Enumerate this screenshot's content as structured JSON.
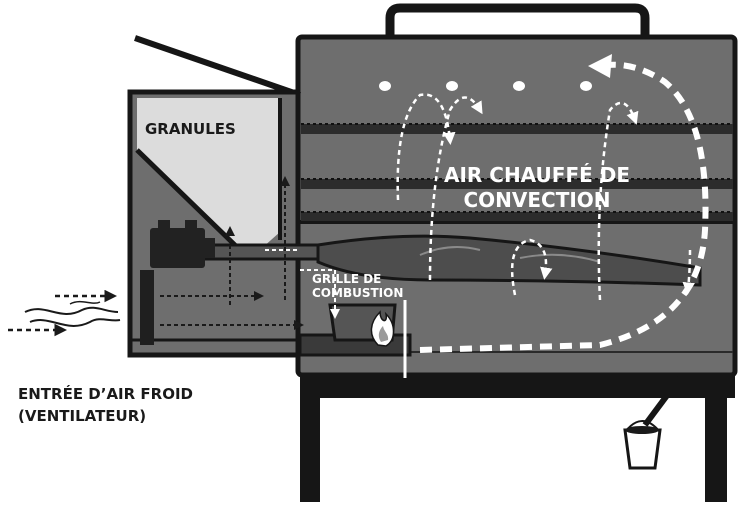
{
  "labels": {
    "granules": "GRANULES",
    "hot_air": "AIR CHAUFFÉ DE\nCONVECTION",
    "grate": "GRILLE DE\nCOMBUSTION",
    "cold_air": "ENTRÉE D’AIR FROID\n(VENTILATEUR)"
  },
  "colors": {
    "body": "#6e6e6e",
    "body_dark": "#555555",
    "outline": "#161616",
    "pellets": "#dcdcdc",
    "flow": "#ffffff",
    "flow_dark": "#1a1a1a"
  },
  "icons": {
    "motor": "auger-motor-icon",
    "flame": "flame-icon",
    "bucket": "grease-bucket-icon",
    "fan": "cold-air-wind-icon"
  }
}
